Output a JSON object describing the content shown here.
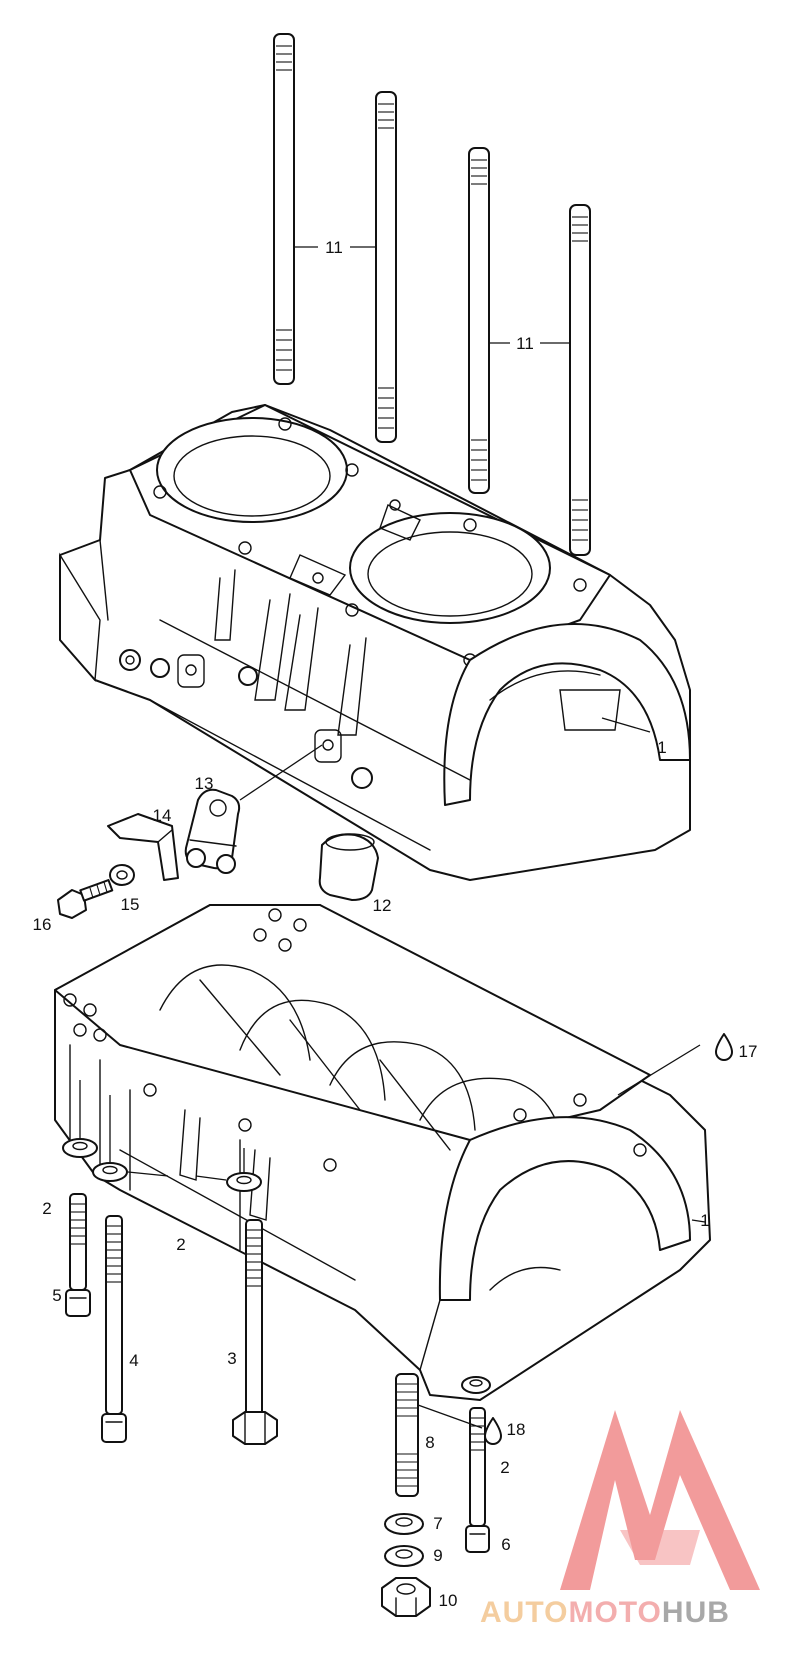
{
  "callouts": {
    "c1a": "1",
    "c1b": "1",
    "c2a": "2",
    "c2b": "2",
    "c2c": "2",
    "c3": "3",
    "c4": "4",
    "c5": "5",
    "c6": "6",
    "c7": "7",
    "c8": "8",
    "c9": "9",
    "c10": "10",
    "c11a": "11",
    "c11b": "11",
    "c12": "12",
    "c13": "13",
    "c14": "14",
    "c15": "15",
    "c16": "16",
    "c17": "17",
    "c18": "18"
  },
  "watermark": {
    "part1": "AUTO",
    "part2": "MOTO",
    "part3": "HUB",
    "colors": {
      "logo": "#f08a8a",
      "auto": "#f3c58f",
      "moto": "#f2a0a0",
      "hub": "#9a9a9a"
    }
  }
}
